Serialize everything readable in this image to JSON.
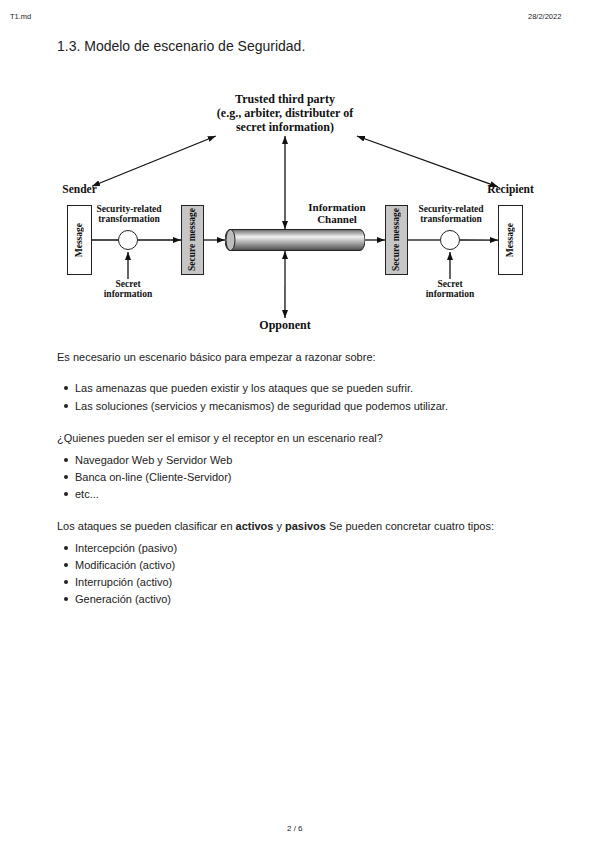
{
  "diagram": {
    "title": "1.3. Modelo de escenario de Seguridad.",
    "nodes": [
      {
        "text": [
          "Trusted third party",
          "(e.g., arbiter, distributer of secret information)"
        ]
      },
      {
        "text": [
          "Sender",
          "Message"
        ]
      },
      {
        "text": [
          "Security-related transformation"
        ]
      },
      {
        "text": [
          "Secure message"
        ]
      },
      {
        "text": [
          "Information Channel"
        ]
      },
      {
        "text": [
          "Secure message"
        ]
      },
      {
        "text": [
          "Security-related transformation"
        ]
      },
      {
        "text": [
          "Recipient",
          "Message"
        ]
      },
      {
        "text": [
          "Opponent"
        ]
      }
    ],
    "edges": [
      {
        "from": 0,
        "to": 1,
        "arrow": "both"
      },
      {
        "from": 0,
        "to": 7,
        "arrow": "both"
      },
      {
        "from": 0,
        "to": 4,
        "arrow": "both"
      },
      {
        "from": 1,
        "to": 2,
        "arrow": "none"
      },
      {
        "from": 2,
        "to": 3,
        "arrow": "to"
      },
      {
        "from": 3,
        "to": 4,
        "arrow": "to"
      },
      {
        "from": 4,
        "to": 5,
        "arrow": "to"
      },
      {
        "from": 5,
        "to": 6,
        "arrow": "none"
      },
      {
        "from": 6,
        "to": 7,
        "arrow": "to"
      },
      {
        "from": 4,
        "to": 8,
        "arrow": "both"
      }
    ],
    "labels": [
      "T1.md",
      "28/2/2022",
      "Secret information",
      "Secret information",
      "Es necesario un escenario básico para empezar a razonar sobre:",
      "Las amenazas que pueden existir y los ataques que se pueden sufrir.",
      "Las soluciones (servicios y mecanismos) de seguridad que podemos utilizar.",
      "¿Quienes pueden ser el emisor y el receptor en un escenario real?",
      "Navegador Web y Servidor Web",
      "Banca on-line (Cliente-Servidor)",
      "etc...",
      "Los ataques se pueden clasificar en",
      "activos",
      "y",
      "pasivos",
      "Se pueden concretar cuatro tipos:",
      "Intercepción (pasivo)",
      "Modificación (activo)",
      "Interrupción (activo)",
      "Generación (activo)",
      "2 / 6"
    ]
  }
}
